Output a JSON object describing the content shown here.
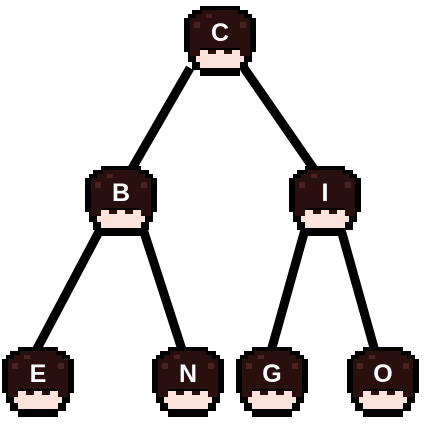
{
  "tree": {
    "colors": {
      "hair": "#2a0f0f",
      "hair_shadow": "#4a2222",
      "face": "#fde2dc",
      "outline": "#000000",
      "edge": "#000000",
      "label": "#ffffff"
    },
    "nodes": [
      {
        "id": "C",
        "label": "C"
      },
      {
        "id": "B",
        "label": "B"
      },
      {
        "id": "I",
        "label": "I"
      },
      {
        "id": "E",
        "label": "E"
      },
      {
        "id": "N",
        "label": "N"
      },
      {
        "id": "G",
        "label": "G"
      },
      {
        "id": "O",
        "label": "O"
      }
    ],
    "edges": [
      {
        "from": "C",
        "to": "B"
      },
      {
        "from": "C",
        "to": "I"
      },
      {
        "from": "B",
        "to": "E"
      },
      {
        "from": "B",
        "to": "N"
      },
      {
        "from": "I",
        "to": "G"
      },
      {
        "from": "I",
        "to": "O"
      }
    ]
  }
}
